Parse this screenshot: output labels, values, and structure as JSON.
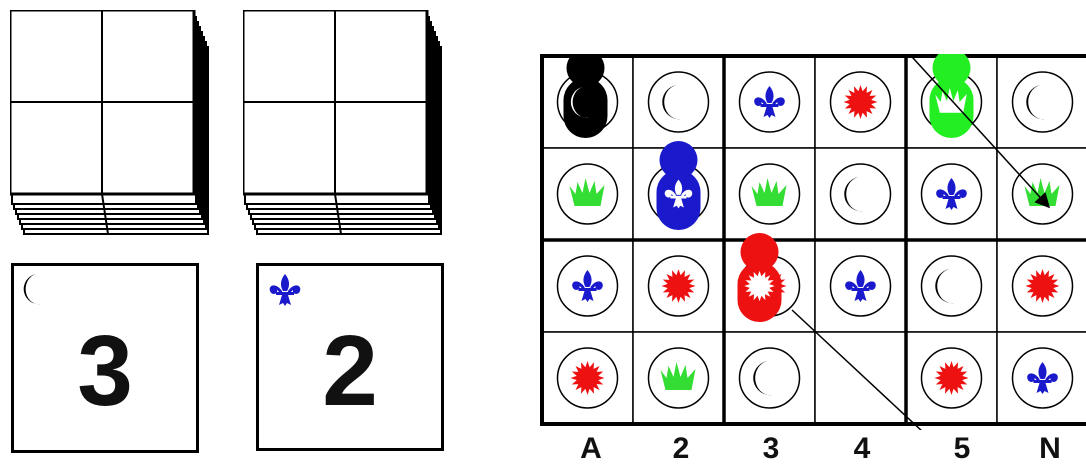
{
  "colors": {
    "moon": "#000000",
    "fleur": "#1a1acc",
    "grass": "#33dd33",
    "sun": "#ee1111",
    "pawn_black": "#000000",
    "pawn_blue": "#1a1acc",
    "pawn_red": "#ee1111",
    "pawn_green": "#22ee22"
  },
  "draw_cards": [
    {
      "symbol": "moon-icon",
      "number": "3"
    },
    {
      "symbol": "fleur-de-lis-icon",
      "number": "2"
    }
  ],
  "board": {
    "columns": [
      "A",
      "2",
      "3",
      "4",
      "5",
      "N"
    ],
    "rows": [
      [
        "moon",
        "moon",
        "fleur",
        "sun",
        "grass",
        "moon"
      ],
      [
        "grass",
        "fleur",
        "grass",
        "moon",
        "fleur",
        "grass"
      ],
      [
        "fleur",
        "sun",
        "sun",
        "fleur",
        "moon",
        "sun"
      ],
      [
        "sun",
        "grass",
        "moon",
        "",
        "sun",
        "fleur"
      ]
    ],
    "pawns": [
      {
        "color": "black",
        "row": 0,
        "col": 0
      },
      {
        "color": "blue",
        "row": 1,
        "col": 1
      },
      {
        "color": "red",
        "row": 2,
        "col": 2
      },
      {
        "color": "green",
        "row": 0,
        "col": 4
      }
    ]
  }
}
